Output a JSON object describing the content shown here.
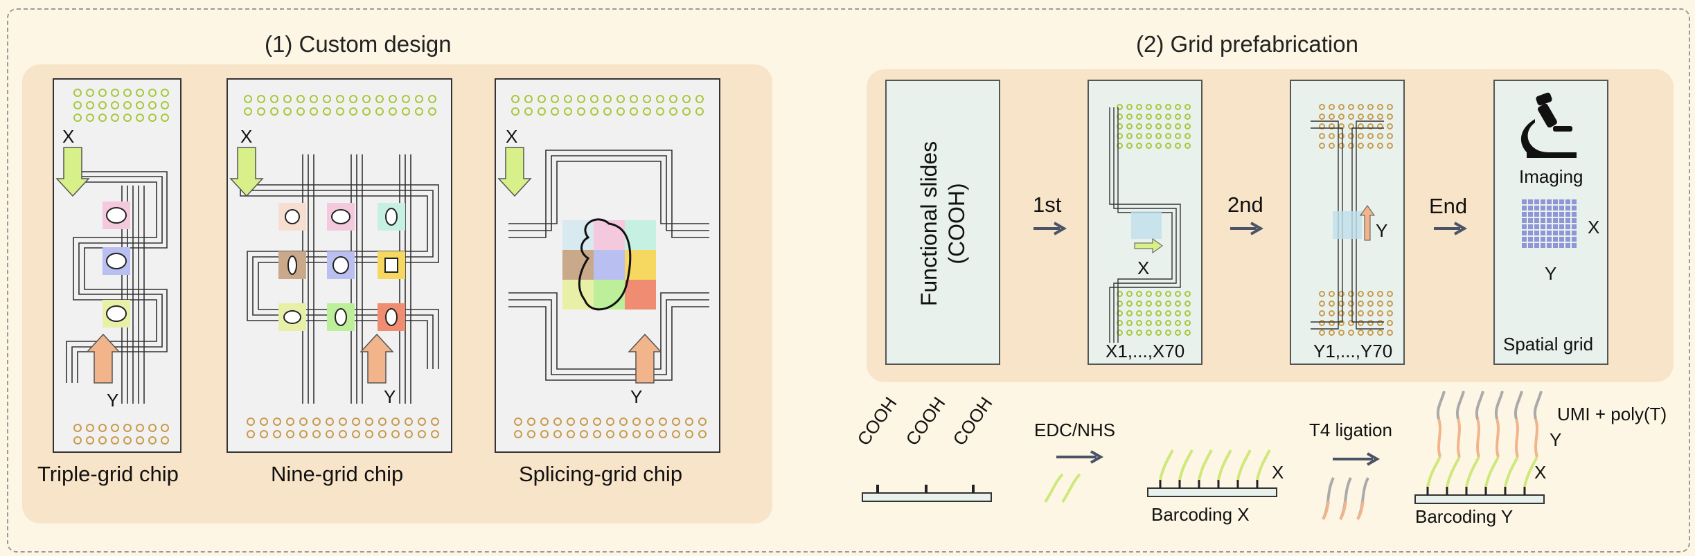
{
  "sections": {
    "custom_design": "(1) Custom design",
    "grid_prefab": "(2) Grid prefabrication"
  },
  "chips": {
    "triple": "Triple-grid chip",
    "nine": "Nine-grid chip",
    "splicing": "Splicing-grid chip",
    "x_label": "X",
    "y_label": "Y"
  },
  "prefab": {
    "functional_slides_line1": "Functional slides",
    "functional_slides_line2": "(COOH)",
    "step1": "1st",
    "step2": "2nd",
    "step_end": "End",
    "x_range": "X1,...,X70",
    "y_range": "Y1,...,Y70",
    "x": "X",
    "y": "Y",
    "imaging": "Imaging",
    "spatial_grid": "Spatial grid"
  },
  "chemistry": {
    "cooh": "COOH",
    "edc_nhs": "EDC/NHS",
    "barcoding_x": "Barcoding X",
    "t4_ligation": "T4 ligation",
    "umi_polyt": "UMI + poly(T)",
    "barcoding_y": "Barcoding Y",
    "x": "X",
    "y": "Y"
  },
  "colors": {
    "panel": "#f8e4c8",
    "green_arrow": "#d7f08a",
    "orange_arrow": "#f2b48a",
    "green_dot": "#a6c83a",
    "orange_dot": "#c99a4a",
    "grid_blue": "#8f96d8"
  }
}
